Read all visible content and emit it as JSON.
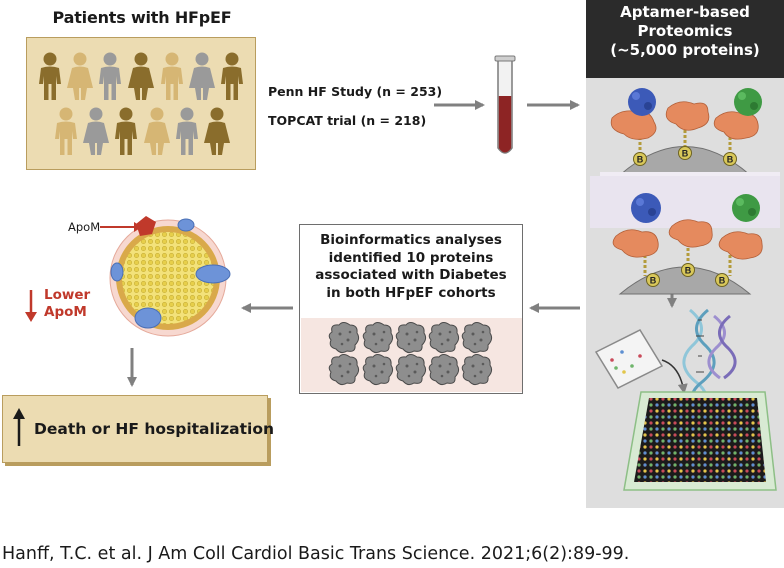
{
  "patients": {
    "title": "Patients with HFpEF",
    "icon": "person-icon",
    "colors": [
      "#8a6d2c",
      "#d6b674",
      "#9a9a9a"
    ]
  },
  "studies": {
    "penn": "Penn HF Study (n = 253)",
    "topcat": "TOPCAT trial (n = 218)"
  },
  "proteomics": {
    "title_lines": [
      "Aptamer-based",
      "Proteomics",
      "(~5,000 proteins)"
    ],
    "bead_label": "B"
  },
  "bioinformatics": {
    "lines": [
      "Bioinformatics analyses",
      "identified 10 proteins",
      "associated with Diabetes",
      "in both HFpEF cohorts"
    ]
  },
  "apom": {
    "label": "ApoM",
    "lower_lines": [
      "Lower",
      "ApoM"
    ],
    "accent_color": "#c0392b"
  },
  "outcome": {
    "text": "Death or HF hospitalization"
  },
  "citation": "Hanff, T.C. et al. J Am Coll Cardiol Basic Trans Science. 2021;6(2):89-99."
}
